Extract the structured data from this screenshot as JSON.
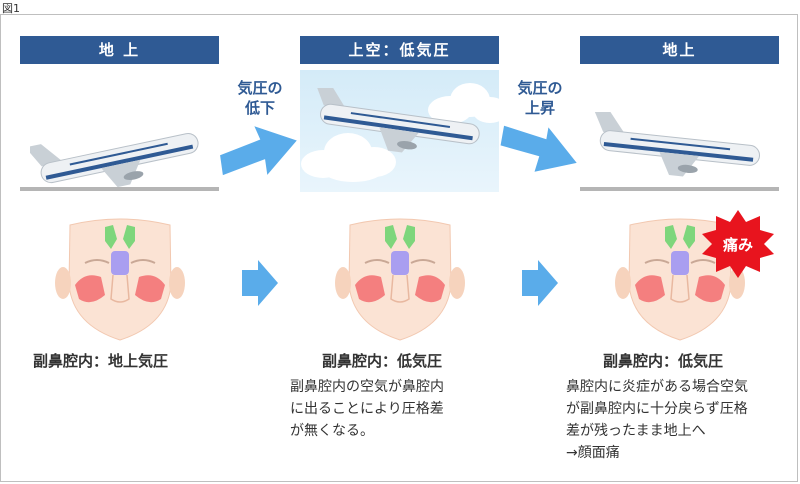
{
  "figure_label": "図1",
  "panels": [
    {
      "title": "地 上",
      "caption_title": "副鼻腔内：地上気圧",
      "caption_lines": []
    },
    {
      "title": "上空：低気圧",
      "caption_title": "副鼻腔内：低気圧",
      "caption_lines": [
        "副鼻腔内の空気が鼻腔内",
        "に出ることにより圧格差",
        "が無くなる。"
      ]
    },
    {
      "title": "地上",
      "caption_title": "副鼻腔内：低気圧",
      "caption_lines": [
        "鼻腔内に炎症がある場合空気",
        "が副鼻腔内に十分戻らず圧格",
        "差が残ったまま地上へ",
        "→顔面痛"
      ]
    }
  ],
  "transitions": [
    {
      "lines": [
        "気圧の",
        "低下"
      ]
    },
    {
      "lines": [
        "気圧の",
        "上昇"
      ]
    }
  ],
  "pain_badge": "痛み",
  "colors": {
    "title_bg": "#2f5a94",
    "arrow": "#5aacea",
    "sky": "#d4ebf8",
    "badge": "#e8141e"
  }
}
